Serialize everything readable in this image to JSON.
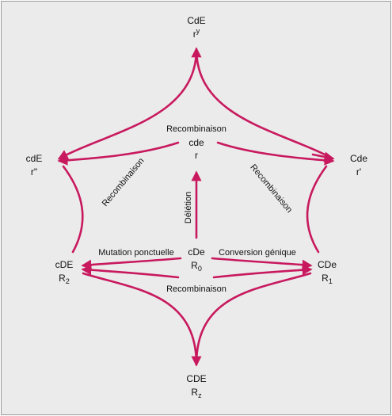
{
  "accent": "#c8195e",
  "nodes": {
    "top": {
      "name": "CdE",
      "sub_base": "r",
      "sub_sup": "y"
    },
    "upleft": {
      "name": "cdE",
      "sub": "r\""
    },
    "upright": {
      "name": "Cde",
      "sub": "r'"
    },
    "center_top": {
      "name": "cde",
      "sub": "r"
    },
    "center": {
      "name": "cDe",
      "sub_base": "R",
      "sub_idx": "0"
    },
    "left": {
      "name": "cDE",
      "sub_base": "R",
      "sub_idx": "2"
    },
    "right": {
      "name": "CDe",
      "sub_base": "R",
      "sub_idx": "1"
    },
    "bottom": {
      "name": "CDE",
      "sub_base": "R",
      "sub_idx": "z"
    }
  },
  "labels": {
    "recomb_top": "Recombinaison",
    "recomb_left": "Recombinaison",
    "recomb_right": "Recombinaison",
    "recomb_bottom": "Recombinaison",
    "deletion": "Délétion",
    "mutation": "Mutation ponctuelle",
    "conversion": "Conversion génique"
  }
}
